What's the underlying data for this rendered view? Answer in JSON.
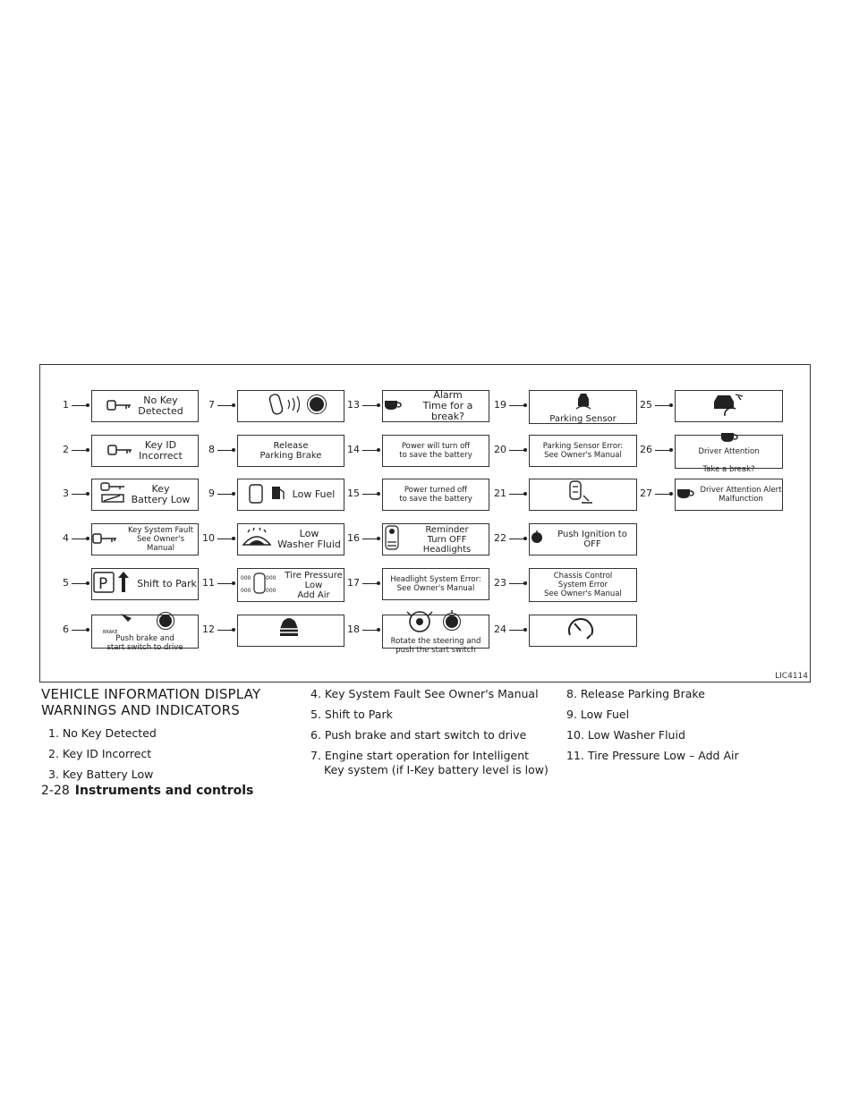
{
  "figure": {
    "ref": "LIC4114",
    "items": [
      {
        "n": "1",
        "text": "No Key\nDetected",
        "icon": "key-icon"
      },
      {
        "n": "2",
        "text": "Key ID\nIncorrect",
        "icon": "key-icon"
      },
      {
        "n": "3",
        "text": "Key\nBattery Low",
        "icon": "key-battery-icon"
      },
      {
        "n": "4",
        "text": "Key System Fault\nSee Owner's Manual",
        "icon": "key-icon"
      },
      {
        "n": "5",
        "text": "Shift to Park",
        "icon": "park-shift-icon"
      },
      {
        "n": "6",
        "text": "Push brake and\nstart switch to drive",
        "icon": "brake-start-icon",
        "sub": "BRAKE"
      },
      {
        "n": "7",
        "text": "",
        "icon": "key-fob-signal-icon"
      },
      {
        "n": "8",
        "text": "Release\nParking Brake",
        "icon": ""
      },
      {
        "n": "9",
        "text": "Low Fuel",
        "icon": "fuel-icon"
      },
      {
        "n": "10",
        "text": "Low\nWasher Fluid",
        "icon": "washer-icon"
      },
      {
        "n": "11",
        "text": "Tire Pressure\nLow\nAdd Air",
        "icon": "tire-pressure-icon"
      },
      {
        "n": "12",
        "text": "",
        "icon": "vehicle-icon"
      },
      {
        "n": "13",
        "text": "Alarm\nTime for a break?",
        "icon": "coffee-icon"
      },
      {
        "n": "14",
        "text": "Power will turn off\nto save the battery",
        "icon": ""
      },
      {
        "n": "15",
        "text": "Power turned off\nto save the battery",
        "icon": ""
      },
      {
        "n": "16",
        "text": "Reminder\nTurn OFF Headlights",
        "icon": "headlight-icon"
      },
      {
        "n": "17",
        "text": "Headlight System Error:\nSee Owner's Manual",
        "icon": ""
      },
      {
        "n": "18",
        "text": "Rotate the steering and\npush the start switch",
        "icon": "steering-icon"
      },
      {
        "n": "19",
        "text": "Parking Sensor",
        "icon": "parking-sensor-icon"
      },
      {
        "n": "20",
        "text": "Parking Sensor Error:\nSee Owner's Manual",
        "icon": ""
      },
      {
        "n": "21",
        "text": "",
        "icon": "chassis-icon"
      },
      {
        "n": "22",
        "text": "Push Ignition to OFF",
        "icon": "ignition-icon"
      },
      {
        "n": "23",
        "text": "Chassis Control\nSystem Error\nSee Owner's Manual",
        "icon": ""
      },
      {
        "n": "24",
        "text": "",
        "icon": "gauge-icon"
      },
      {
        "n": "25",
        "text": "",
        "icon": "car-gauge-icon"
      },
      {
        "n": "26",
        "text": "Driver Attention\n\nTake a break?",
        "icon": "coffee-icon"
      },
      {
        "n": "27",
        "text": "Driver Attention Alert\nMalfunction",
        "icon": "coffee-icon"
      }
    ]
  },
  "section": {
    "title": "VEHICLE INFORMATION DISPLAY\nWARNINGS AND INDICATORS"
  },
  "list": {
    "col1": [
      "1. No Key Detected",
      "2. Key ID Incorrect",
      "3. Key Battery Low"
    ],
    "col2": [
      "4. Key System Fault See Owner's Manual",
      "5. Shift to Park",
      "6. Push brake and start switch to drive",
      "7. Engine start operation for Intelligent",
      "Key system (if I-Key battery level is low)"
    ],
    "col3": [
      "8. Release Parking Brake",
      "9. Low Fuel",
      "10. Low Washer Fluid",
      "11. Tire Pressure Low – Add Air"
    ]
  },
  "footer": {
    "page": "2-28",
    "chapter": "Instruments and controls"
  }
}
